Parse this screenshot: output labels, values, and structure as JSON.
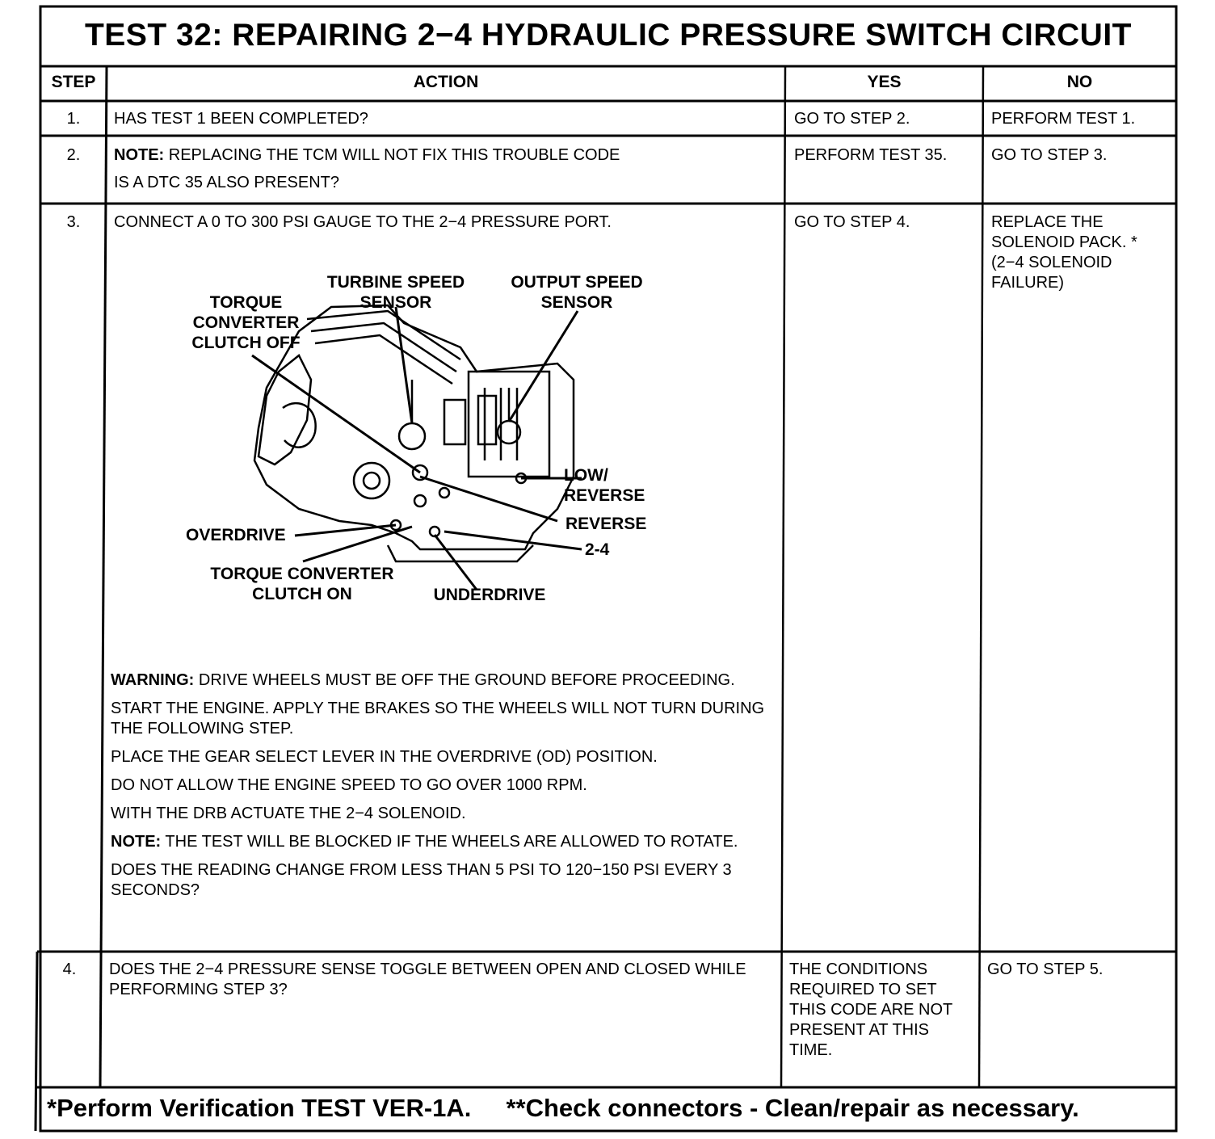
{
  "title": "TEST 32: REPAIRING 2−4 HYDRAULIC PRESSURE SWITCH CIRCUIT",
  "headers": {
    "step": "STEP",
    "action": "ACTION",
    "yes": "YES",
    "no": "NO"
  },
  "rows": [
    {
      "step": "1.",
      "action": "HAS TEST 1 BEEN COMPLETED?",
      "yes": "GO TO STEP 2.",
      "no": "PERFORM TEST 1."
    },
    {
      "step": "2.",
      "note_label": "NOTE:",
      "note_text": " REPLACING THE TCM WILL NOT FIX THIS TROUBLE CODE",
      "action2": "IS A DTC 35 ALSO PRESENT?",
      "yes": "PERFORM TEST 35.",
      "no": "GO TO STEP 3."
    },
    {
      "step": "3.",
      "action": "CONNECT A 0 TO 300 PSI GAUGE TO THE 2−4 PRESSURE PORT.",
      "yes": "GO TO STEP 4.",
      "no": "REPLACE THE SOLENOID PACK. * (2−4 SOLENOID FAILURE)",
      "warning_label": "WARNING:",
      "warning_text": " DRIVE WHEELS MUST BE OFF THE GROUND BEFORE PROCEEDING.",
      "p1": "START THE ENGINE. APPLY THE BRAKES SO THE WHEELS WILL NOT TURN DURING THE FOLLOWING STEP.",
      "p2": "PLACE THE GEAR SELECT LEVER IN THE OVERDRIVE (OD) POSITION.",
      "p3": "DO NOT ALLOW THE ENGINE SPEED TO GO OVER 1000 RPM.",
      "p4": "WITH THE DRB ACTUATE THE 2−4 SOLENOID.",
      "note2_label": "NOTE:",
      "note2_text": " THE TEST WILL BE BLOCKED IF THE WHEELS ARE ALLOWED TO ROTATE.",
      "p5": "DOES THE READING CHANGE FROM LESS THAN 5 PSI TO 120−150 PSI EVERY 3 SECONDS?"
    },
    {
      "step": "4.",
      "action": "DOES THE 2−4 PRESSURE SENSE TOGGLE BETWEEN OPEN AND CLOSED WHILE PERFORMING STEP 3?",
      "yes": "THE CONDITIONS REQUIRED TO SET THIS CODE ARE NOT PRESENT AT THIS TIME.",
      "no": "GO TO STEP 5."
    }
  ],
  "diagram_labels": {
    "turbine": "TURBINE SPEED\nSENSOR",
    "output": "OUTPUT SPEED\nSENSOR",
    "tcc_off": "TORQUE\nCONVERTER\nCLUTCH OFF",
    "low_reverse": "LOW/\nREVERSE",
    "reverse": "REVERSE",
    "two_four": "2-4",
    "overdrive": "OVERDRIVE",
    "tcc_on": "TORQUE CONVERTER\nCLUTCH ON",
    "underdrive": "UNDERDRIVE"
  },
  "footer": "*Perform Verification TEST VER-1A.     **Check connectors - Clean/repair as necessary."
}
